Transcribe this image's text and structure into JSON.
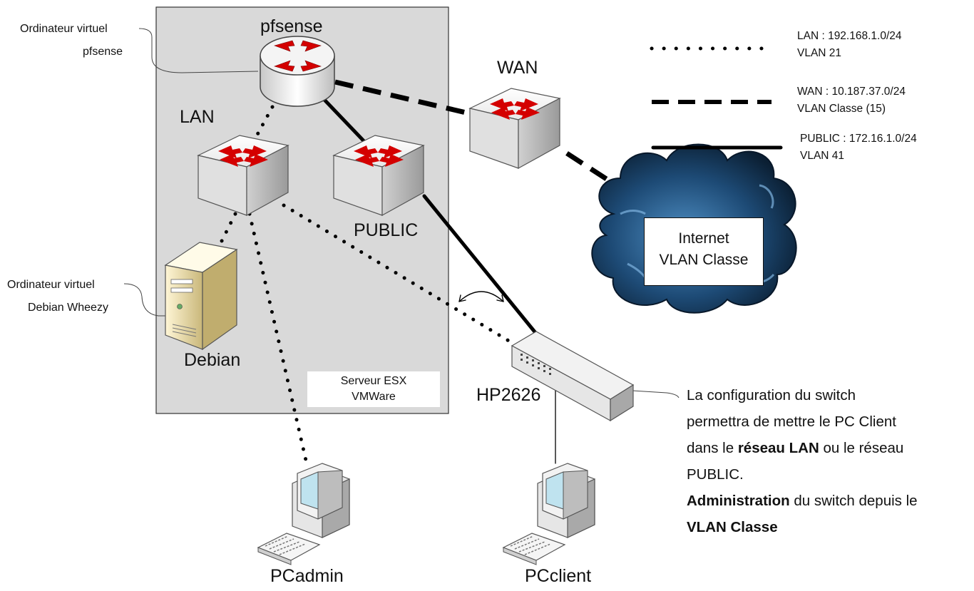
{
  "labels": {
    "pfsense": "pfsense",
    "wan": "WAN",
    "lan": "LAN",
    "public": "PUBLIC",
    "debian": "Debian",
    "hp2626": "HP2626",
    "pcadmin": "PCadmin",
    "pcclient": "PCclient"
  },
  "callouts": {
    "vm_pfsense_line1": "Ordinateur virtuel",
    "vm_pfsense_line2": "pfsense",
    "vm_debian_line1": "Ordinateur virtuel",
    "vm_debian_line2": "Debian Wheezy"
  },
  "esx": {
    "line1": "Serveur ESX",
    "line2": "VMWare"
  },
  "internet": {
    "line1": "Internet",
    "line2": "VLAN Classe"
  },
  "legend": {
    "lan_line1": "LAN : 192.168.1.0/24",
    "lan_line2": "VLAN 21",
    "wan_line1": "WAN : 10.187.37.0/24",
    "wan_line2": "VLAN Classe (15)",
    "public_line1": "PUBLIC : 172.16.1.0/24",
    "public_line2": "VLAN 41"
  },
  "description": {
    "l1": "La configuration du switch",
    "l2": "permettra de mettre le PC Client",
    "l3a": "dans le ",
    "l3b": "réseau LAN",
    "l3c": " ou le réseau",
    "l4": "PUBLIC.",
    "l5a": "Administration",
    "l5b": " du switch depuis le",
    "l6": "VLAN Classe"
  },
  "colors": {
    "esx_bg": "#d9d9d9",
    "arrow_red": "#e00000",
    "cloud_dark": "#0f2a44",
    "cloud_light": "#3f7fb4"
  },
  "icons": [
    "router-icon",
    "switch-icon",
    "server-icon",
    "hub-switch-icon",
    "pc-icon",
    "cloud-icon"
  ]
}
